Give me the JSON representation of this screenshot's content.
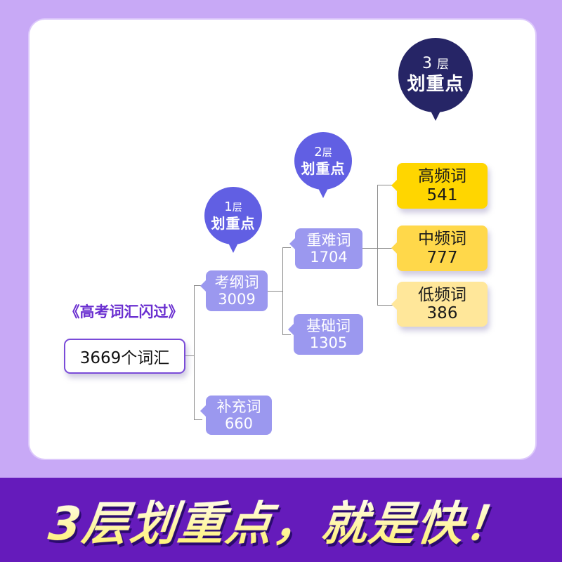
{
  "diagram": {
    "title": "《高考词汇闪过》",
    "root": {
      "label": "3669个词汇"
    },
    "level1": [
      {
        "label": "考纲词",
        "count": "3009"
      },
      {
        "label": "补充词",
        "count": "660"
      }
    ],
    "level2": [
      {
        "label": "重难词",
        "count": "1704"
      },
      {
        "label": "基础词",
        "count": "1305"
      }
    ],
    "level3": [
      {
        "label": "高频词",
        "count": "541",
        "color": "#ffd600"
      },
      {
        "label": "中频词",
        "count": "777",
        "color": "#ffd84a"
      },
      {
        "label": "低频词",
        "count": "386",
        "color": "#ffe79a"
      }
    ],
    "bubbles": [
      {
        "num": "1",
        "unit": "层",
        "text": "划重点",
        "color": "#615fe3"
      },
      {
        "num": "2",
        "unit": "层",
        "text": "划重点",
        "color": "#615fe3"
      },
      {
        "num": "3",
        "unit": "层",
        "text": "划重点",
        "color": "#262566"
      }
    ]
  },
  "banner": {
    "slogan": "3层划重点，就是快！"
  },
  "colors": {
    "page_bg": "#c8a9f6",
    "banner_bg": "#651bbb",
    "lavender_node": "#9b98ef",
    "title_purple": "#6a2fd0"
  }
}
